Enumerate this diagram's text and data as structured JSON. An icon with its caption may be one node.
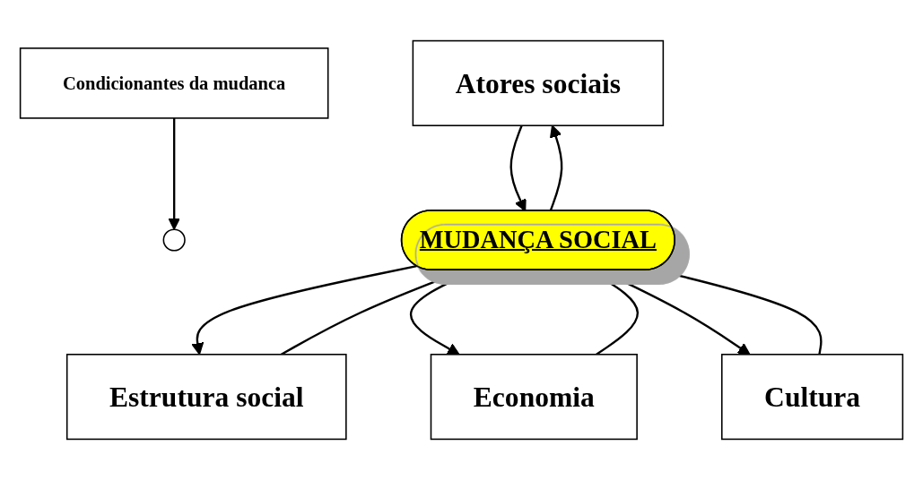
{
  "diagram": {
    "nodes": [
      {
        "text": [
          "Condicionantes da mudanca"
        ]
      },
      {
        "text": [],
        "shape": "circle"
      },
      {
        "text": [
          "Atores sociais"
        ]
      },
      {
        "text": [
          "Estrutura social"
        ]
      },
      {
        "text": [
          "MUDANÇA SOCIAL"
        ]
      },
      {
        "text": [
          "Economia"
        ]
      },
      {
        "text": [
          "Cultura"
        ]
      }
    ],
    "edges": [
      {
        "from": 0,
        "to": 1,
        "arrow": "to"
      },
      {
        "from": 2,
        "to": 4,
        "arrow": "to"
      },
      {
        "from": 4,
        "to": 2,
        "arrow": "to"
      },
      {
        "from": 3,
        "to": 4,
        "arrow": "to"
      },
      {
        "from": 4,
        "to": 3,
        "arrow": "to"
      },
      {
        "from": 4,
        "to": 5,
        "arrow": "to"
      },
      {
        "from": 5,
        "to": 4,
        "arrow": "to"
      },
      {
        "from": 4,
        "to": 6,
        "arrow": "to"
      },
      {
        "from": 6,
        "to": 4,
        "arrow": "to"
      }
    ]
  }
}
